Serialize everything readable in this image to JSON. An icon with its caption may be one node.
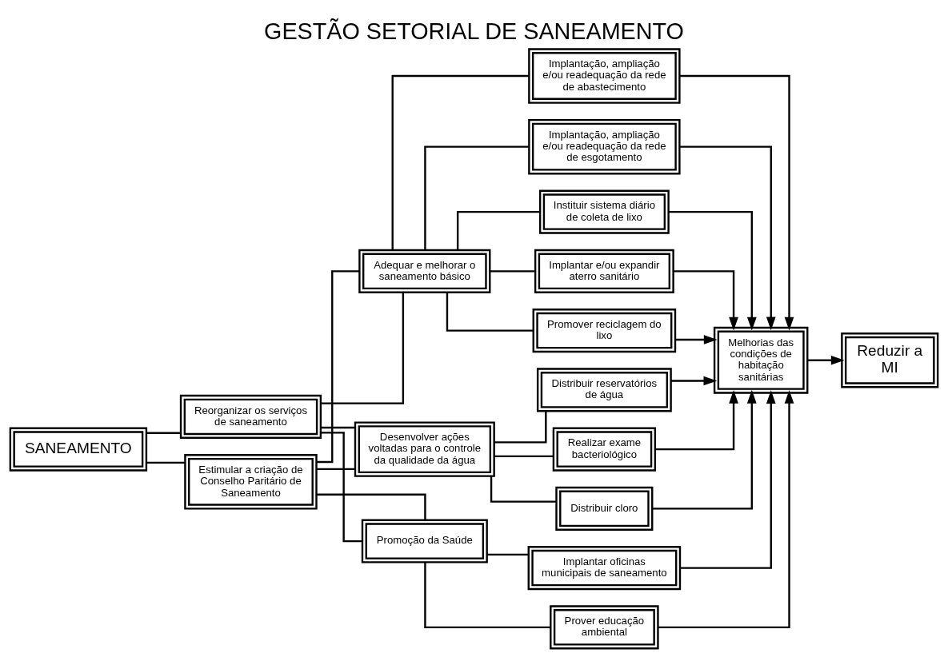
{
  "diagram": {
    "title": "GESTÃO SETORIAL DE SANEAMENTO",
    "nodes": [
      {
        "text": [
          "SANEAMENTO"
        ]
      },
      {
        "text": [
          "Reorganizar os serviços de saneamento"
        ]
      },
      {
        "text": [
          "Estimular a criação de Conselho Paritário de Saneamento"
        ]
      },
      {
        "text": [
          "Adequar e melhorar o saneamento básico"
        ]
      },
      {
        "text": [
          "Desenvolver ações voltadas para o controle da qualidade da água"
        ]
      },
      {
        "text": [
          "Promoção da Saúde"
        ]
      },
      {
        "text": [
          "Implantação, ampliação e/ou readequação da rede de abastecimento"
        ]
      },
      {
        "text": [
          "Implantação, ampliação e/ou readequação da rede de esgotamento"
        ]
      },
      {
        "text": [
          "Instituir sistema diário de coleta de lixo"
        ]
      },
      {
        "text": [
          "Implantar e/ou expandir aterro sanitário"
        ]
      },
      {
        "text": [
          "Promover reciclagem do lixo"
        ]
      },
      {
        "text": [
          "Distribuir reservatórios de água"
        ]
      },
      {
        "text": [
          "Realizar exame bacteriológico"
        ]
      },
      {
        "text": [
          "Distribuir cloro"
        ]
      },
      {
        "text": [
          "Implantar oficinas municipais de saneamento"
        ]
      },
      {
        "text": [
          "Prover educação ambiental"
        ]
      },
      {
        "text": [
          "Melhorias das condições de habitação sanitárias"
        ]
      },
      {
        "text": [
          "Reduzir a MI"
        ]
      }
    ],
    "edges": [
      {
        "from": 0,
        "to": 1,
        "arrow": "none"
      },
      {
        "from": 0,
        "to": 2,
        "arrow": "none"
      },
      {
        "from": 1,
        "to": 3,
        "arrow": "none"
      },
      {
        "from": 1,
        "to": 4,
        "arrow": "none"
      },
      {
        "from": 1,
        "to": 5,
        "arrow": "none"
      },
      {
        "from": 2,
        "to": 3,
        "arrow": "none"
      },
      {
        "from": 2,
        "to": 4,
        "arrow": "none"
      },
      {
        "from": 2,
        "to": 5,
        "arrow": "none"
      },
      {
        "from": 3,
        "to": 6,
        "arrow": "none"
      },
      {
        "from": 3,
        "to": 7,
        "arrow": "none"
      },
      {
        "from": 3,
        "to": 8,
        "arrow": "none"
      },
      {
        "from": 3,
        "to": 9,
        "arrow": "none"
      },
      {
        "from": 3,
        "to": 10,
        "arrow": "none"
      },
      {
        "from": 4,
        "to": 11,
        "arrow": "none"
      },
      {
        "from": 4,
        "to": 12,
        "arrow": "none"
      },
      {
        "from": 4,
        "to": 13,
        "arrow": "none"
      },
      {
        "from": 5,
        "to": 14,
        "arrow": "none"
      },
      {
        "from": 5,
        "to": 15,
        "arrow": "none"
      },
      {
        "from": 6,
        "to": 16,
        "arrow": "to"
      },
      {
        "from": 7,
        "to": 16,
        "arrow": "to"
      },
      {
        "from": 8,
        "to": 16,
        "arrow": "to"
      },
      {
        "from": 9,
        "to": 16,
        "arrow": "to"
      },
      {
        "from": 10,
        "to": 16,
        "arrow": "to"
      },
      {
        "from": 11,
        "to": 16,
        "arrow": "to"
      },
      {
        "from": 12,
        "to": 16,
        "arrow": "to"
      },
      {
        "from": 13,
        "to": 16,
        "arrow": "to"
      },
      {
        "from": 14,
        "to": 16,
        "arrow": "to"
      },
      {
        "from": 15,
        "to": 16,
        "arrow": "to"
      },
      {
        "from": 16,
        "to": 17,
        "arrow": "to"
      }
    ]
  }
}
